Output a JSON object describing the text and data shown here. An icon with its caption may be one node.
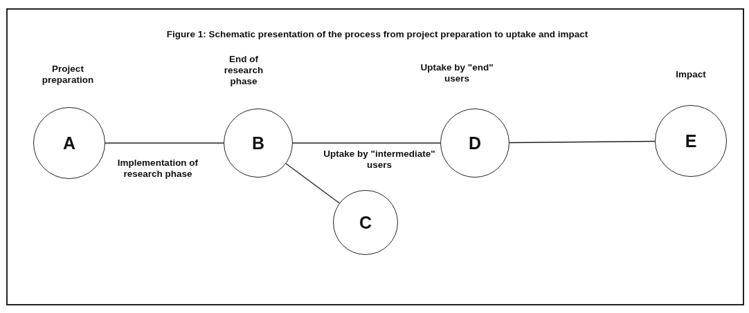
{
  "diagram": {
    "title": "Figure 1: Schematic presentation of the  process from project preparation to uptake and impact",
    "nodes": [
      {
        "text": [
          "A"
        ],
        "beside": [
          "Project preparation"
        ]
      },
      {
        "text": [
          "B"
        ],
        "beside": [
          "End of research phase"
        ]
      },
      {
        "text": [
          "C"
        ]
      },
      {
        "text": [
          "D"
        ],
        "beside": [
          "Uptake by \"end\" users"
        ]
      },
      {
        "text": [
          "E"
        ],
        "beside": [
          "Impact"
        ]
      }
    ],
    "edges": [
      {
        "from": 0,
        "to": 1,
        "arrow": "none",
        "label": "Implementation of research phase"
      },
      {
        "from": 1,
        "to": 3,
        "arrow": "none",
        "label": "Uptake by \"intermediate\" users"
      },
      {
        "from": 3,
        "to": 4,
        "arrow": "none"
      },
      {
        "from": 1,
        "to": 2,
        "arrow": "none"
      }
    ]
  }
}
